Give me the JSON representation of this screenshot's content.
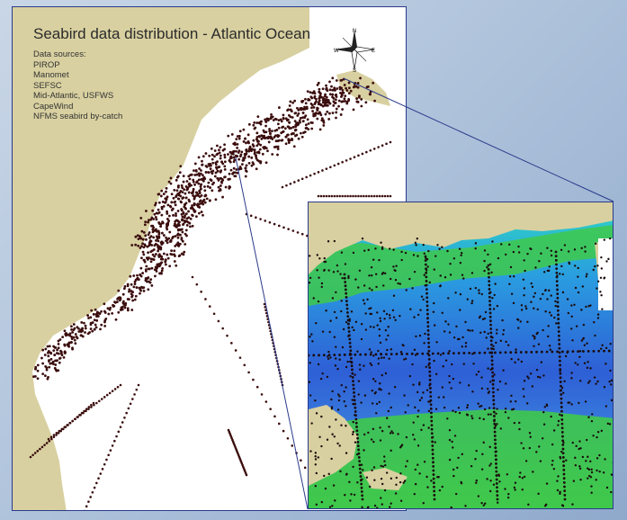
{
  "map": {
    "title": "Seabird data distribution - Atlantic Ocean",
    "sources_heading": "Data sources:",
    "sources": [
      "PIROP",
      "Manomet",
      "SEFSC",
      "Mid-Atlantic, USFWS",
      "CapeWind",
      "NFMS seabird by-catch"
    ]
  },
  "compass": {
    "n": "N",
    "s": "S",
    "e": "E",
    "w": "W"
  },
  "colors": {
    "land": "#d8d0a0",
    "ocean": "#ffffff",
    "observation": "#3b0d0d",
    "deep_water": "#2e5fd6",
    "shallow_water": "#2fd6c4",
    "shelf_green": "#3fc94a",
    "frame": "#2a3a8a"
  }
}
